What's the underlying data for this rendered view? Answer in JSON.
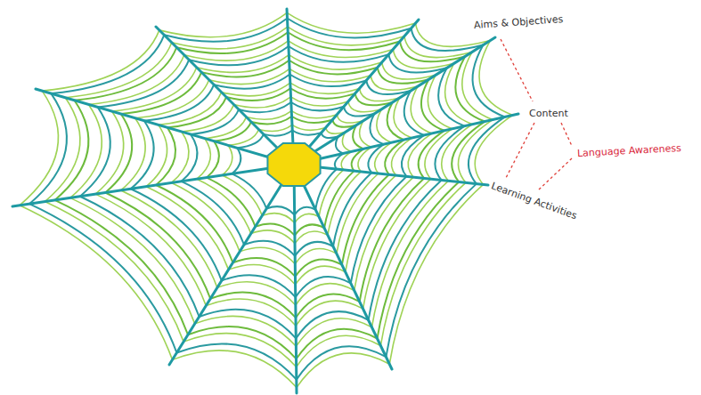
{
  "diagram": {
    "labels": [
      "Aims & Objectives",
      "Content",
      "Language Awareness",
      "Learning Activities"
    ]
  }
}
